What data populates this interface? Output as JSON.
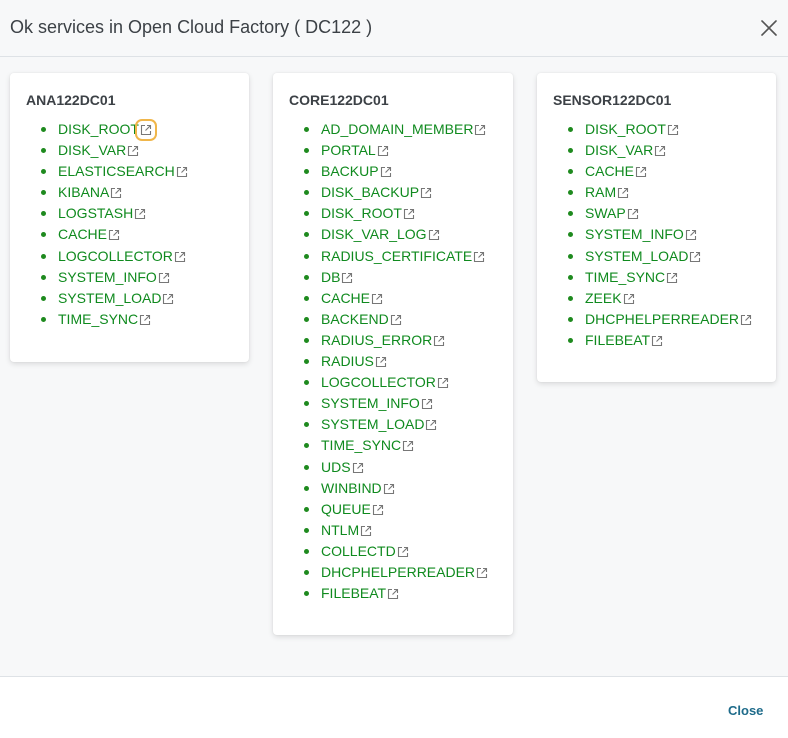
{
  "modal": {
    "title": "Ok services in Open Cloud Factory ( DC122 )",
    "close_icon": "close-icon",
    "close_label": "Close"
  },
  "colors": {
    "link": "#0f8a1e",
    "focus_ring": "#f0b64a",
    "close_button": "#1e6b8a"
  },
  "servers": [
    {
      "name": "ANA122DC01",
      "services": [
        "DISK_ROOT",
        "DISK_VAR",
        "ELASTICSEARCH",
        "KIBANA",
        "LOGSTASH",
        "CACHE",
        "LOGCOLLECTOR",
        "SYSTEM_INFO",
        "SYSTEM_LOAD",
        "TIME_SYNC"
      ]
    },
    {
      "name": "CORE122DC01",
      "services": [
        "AD_DOMAIN_MEMBER",
        "PORTAL",
        "BACKUP",
        "DISK_BACKUP",
        "DISK_ROOT",
        "DISK_VAR_LOG",
        "RADIUS_CERTIFICATE",
        "DB",
        "CACHE",
        "BACKEND",
        "RADIUS_ERROR",
        "RADIUS",
        "LOGCOLLECTOR",
        "SYSTEM_INFO",
        "SYSTEM_LOAD",
        "TIME_SYNC",
        "UDS",
        "WINBIND",
        "QUEUE",
        "NTLM",
        "COLLECTD",
        "DHCPHELPERREADER",
        "FILEBEAT"
      ]
    },
    {
      "name": "SENSOR122DC01",
      "services": [
        "DISK_ROOT",
        "DISK_VAR",
        "CACHE",
        "RAM",
        "SWAP",
        "SYSTEM_INFO",
        "SYSTEM_LOAD",
        "TIME_SYNC",
        "ZEEK",
        "DHCPHELPERREADER",
        "FILEBEAT"
      ]
    }
  ]
}
